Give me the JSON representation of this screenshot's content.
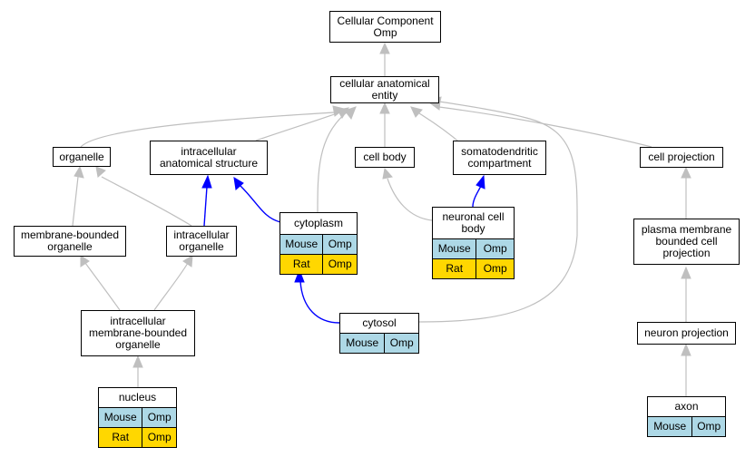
{
  "colors": {
    "edge_gray": "#bfbfbf",
    "edge_blue": "#0000ff",
    "mouse_fill": "#add8e6",
    "rat_fill": "#ffd700"
  },
  "nodes": {
    "cellular_component": "Cellular Component\nOmp",
    "cellular_anatomical_entity": "cellular anatomical\nentity",
    "organelle": "organelle",
    "intracellular_anatomical_structure": "intracellular\nanatomical structure",
    "cell_body": "cell body",
    "somatodendritic_compartment": "somatodendritic\ncompartment",
    "cell_projection": "cell projection",
    "membrane_bounded_organelle": "membrane-bounded\norganelle",
    "intracellular_organelle": "intracellular\norganelle",
    "cytoplasm": "cytoplasm",
    "neuronal_cell_body": "neuronal cell\nbody",
    "plasma_membrane_bounded_cell_projection": "plasma membrane\nbounded cell\nprojection",
    "intracellular_membrane_bounded_organelle": "intracellular\nmembrane-bounded\norganelle",
    "cytosol": "cytosol",
    "neuron_projection": "neuron projection",
    "nucleus": "nucleus",
    "axon": "axon"
  },
  "annotations": {
    "mouse": "Mouse",
    "rat": "Rat",
    "gene": "Omp"
  }
}
